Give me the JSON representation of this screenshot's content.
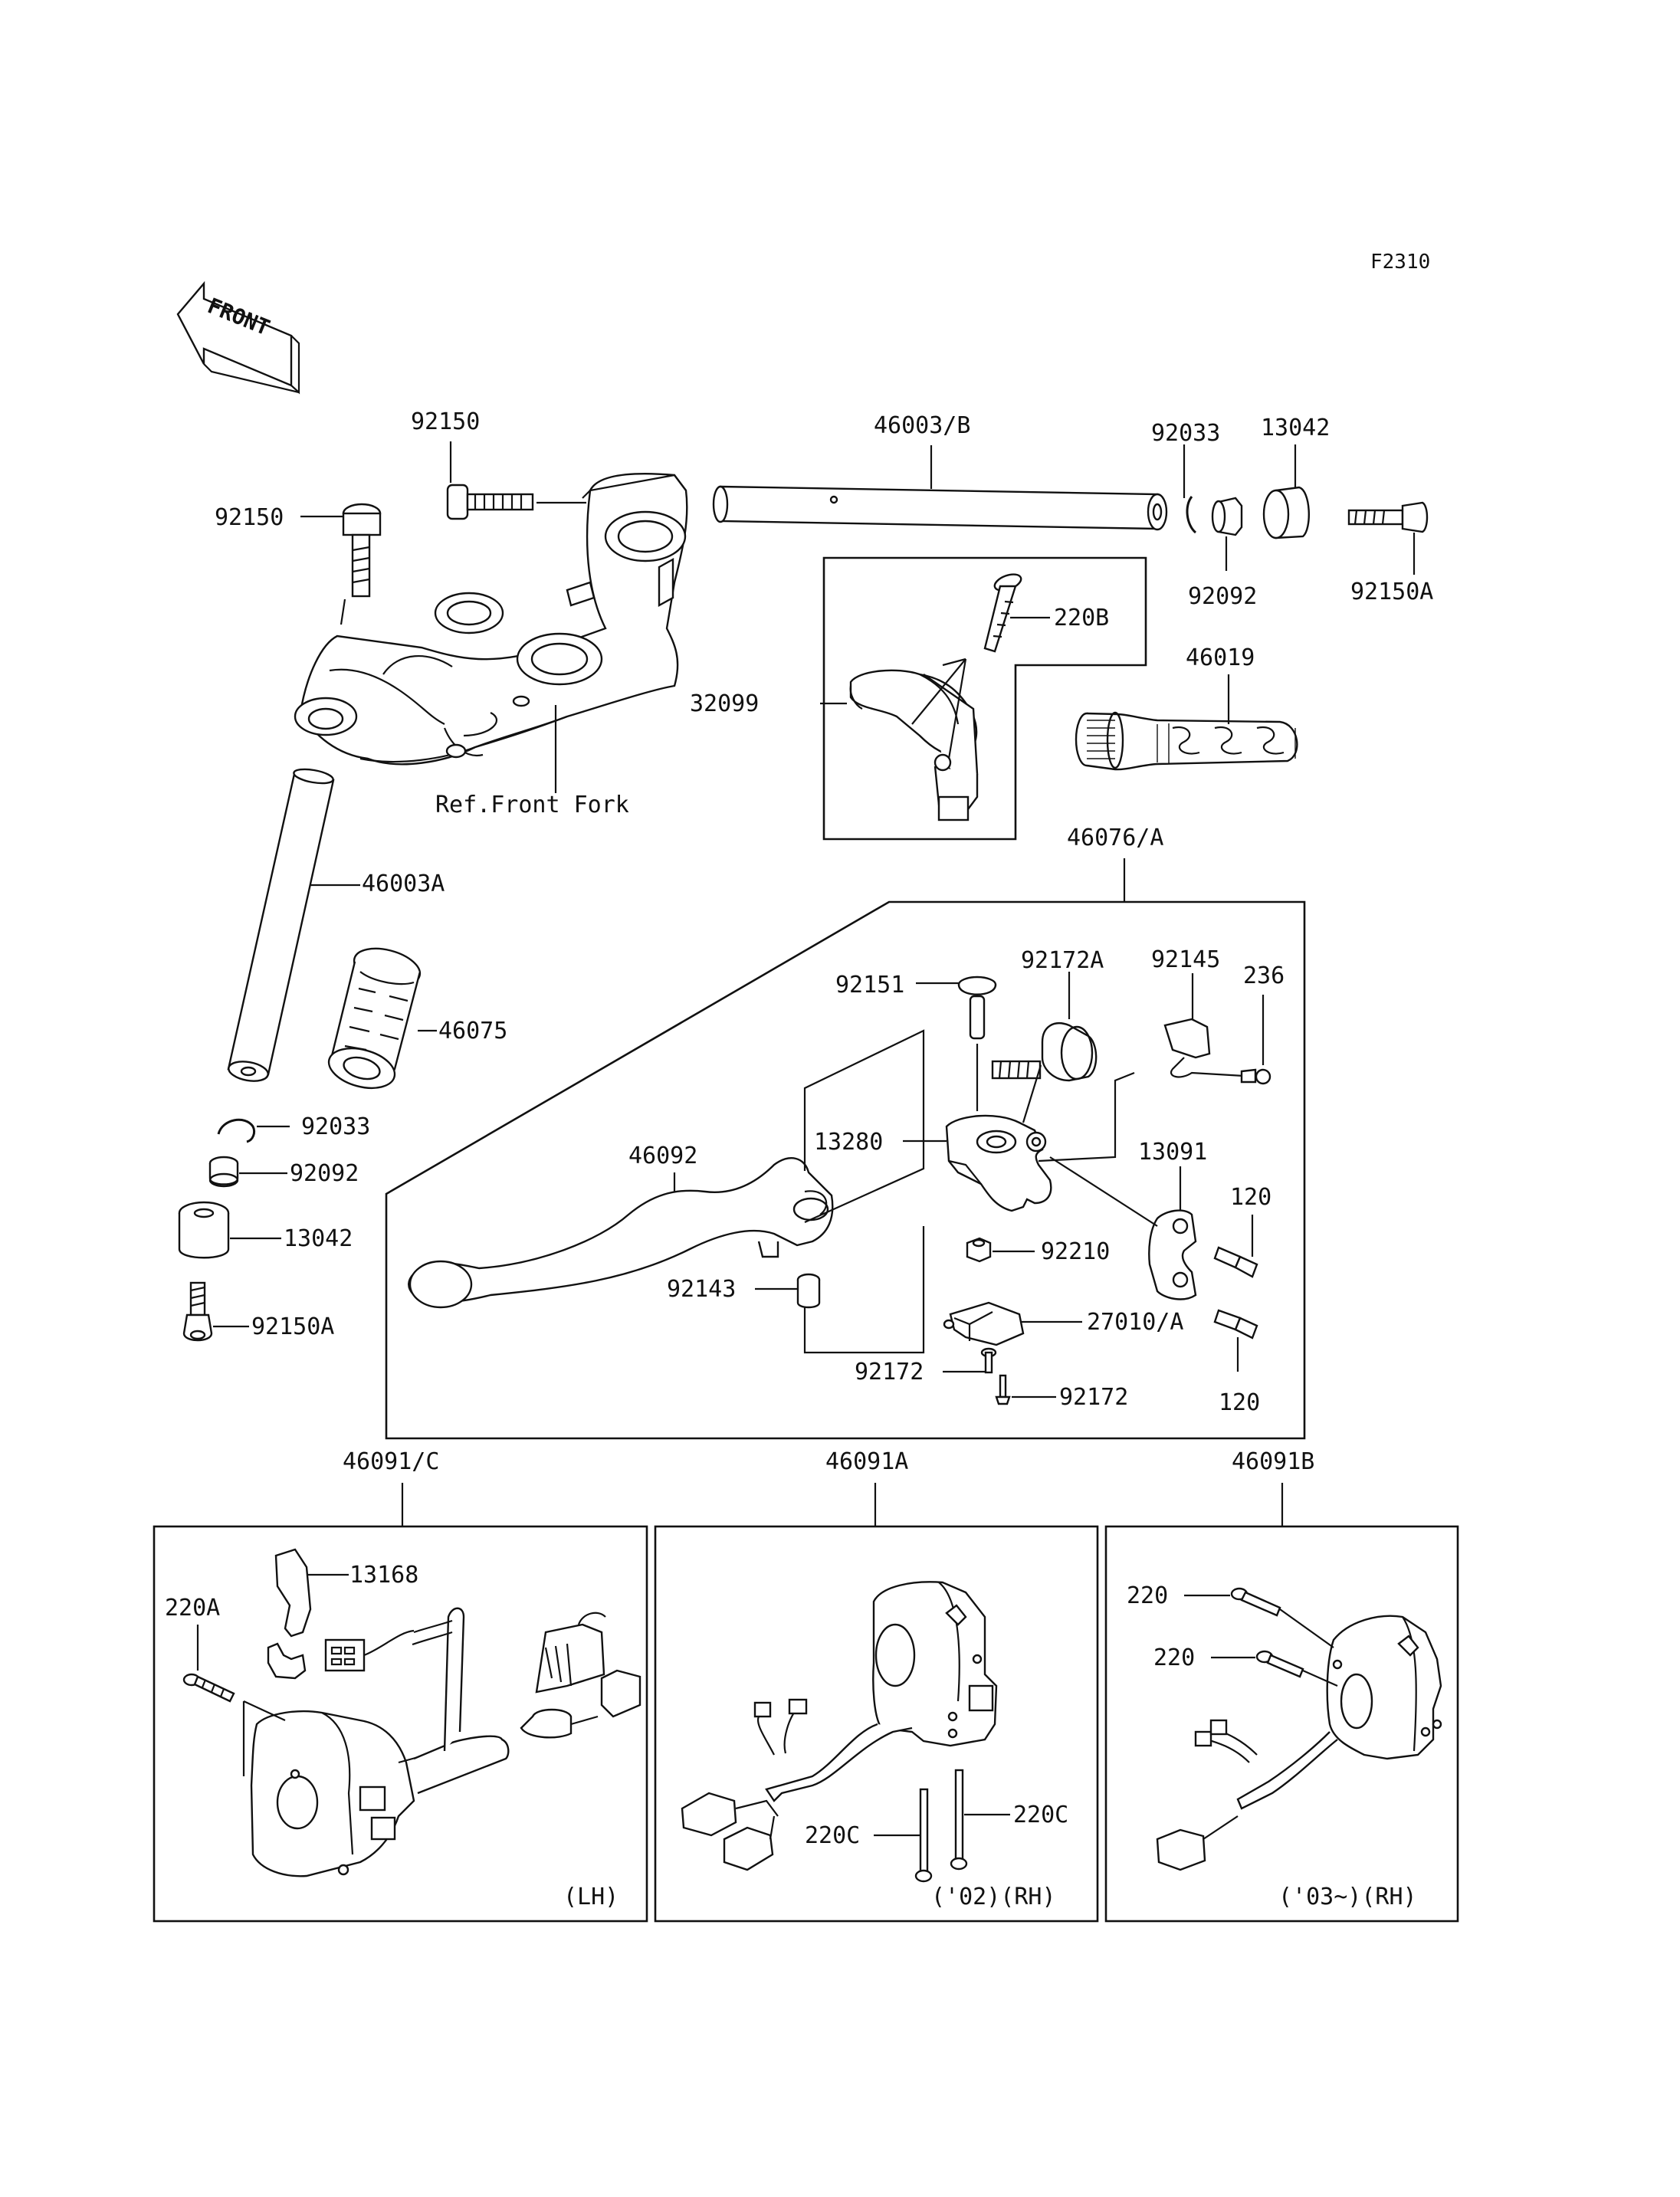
{
  "diagram_code": "F2310",
  "front_arrow_label": "FRONT",
  "labels": {
    "p92150_top": "92150",
    "p92150_left": "92150",
    "p46003B": "46003/B",
    "p92033_top": "92033",
    "p13042_top": "13042",
    "p92092_top": "92092",
    "p92150A_top": "92150A",
    "p220B": "220B",
    "p32099": "32099",
    "p46019": "46019",
    "ref_front_fork": "Ref.Front Fork",
    "p46003A": "46003A",
    "p46075": "46075",
    "p92033_left": "92033",
    "p92092_left": "92092",
    "p13042_left": "13042",
    "p92150A_left": "92150A",
    "p46076A": "46076/A",
    "p92151": "92151",
    "p92172A": "92172A",
    "p92145": "92145",
    "p236": "236",
    "p46092": "46092",
    "p13280": "13280",
    "p13091": "13091",
    "p120_top": "120",
    "p92210": "92210",
    "p92143": "92143",
    "p27010A": "27010/A",
    "p92172_left": "92172",
    "p92172_right": "92172",
    "p120_bottom": "120",
    "p46091C": "46091/C",
    "p46091A": "46091A",
    "p46091B": "46091B",
    "p13168": "13168",
    "p220A": "220A",
    "lh": "(LH)",
    "p220C_left": "220C",
    "p220C_right": "220C",
    "rh02": "('02)(RH)",
    "p220_top": "220",
    "p220_mid": "220",
    "rh03": "('03~)(RH)"
  }
}
